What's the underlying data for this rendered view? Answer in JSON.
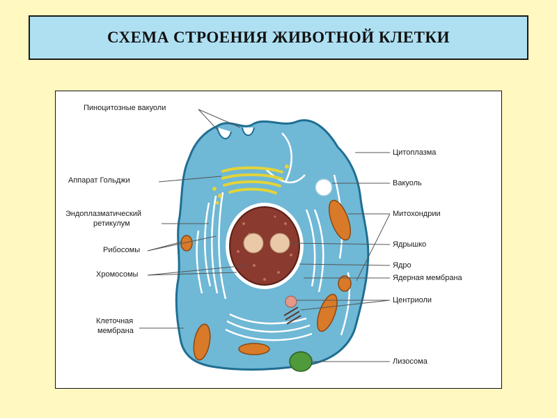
{
  "title": "СХЕМА СТРОЕНИЯ ЖИВОТНОЙ КЛЕТКИ",
  "colors": {
    "background": "#FFF8C0",
    "title_box": "#AEE0F2",
    "cytoplasm": "#6FB8D6",
    "nucleus": "#8A3A2E",
    "golgi": "#E2D43A",
    "mitochondria": "#D97A28",
    "lysosome": "#4F9A3A"
  },
  "labels": {
    "pinocytic_vacuoles": "Пиноцитозные вакуоли",
    "golgi": "Аппарат Гольджи",
    "er_line1": "Эндоплазматический",
    "er_line2": "ретикулум",
    "ribosomes": "Рибосомы",
    "chromosomes": "Хромосомы",
    "cell_membrane_line1": "Клеточная",
    "cell_membrane_line2": "мембрана",
    "cytoplasm": "Цитоплазма",
    "vacuole": "Вакуоль",
    "mitochondria": "Митохондрии",
    "nucleolus": "Ядрышко",
    "nucleus": "Ядро",
    "nuclear_membrane": "Ядерная мембрана",
    "centrioles": "Центриоли",
    "lysosome": "Лизосома"
  }
}
